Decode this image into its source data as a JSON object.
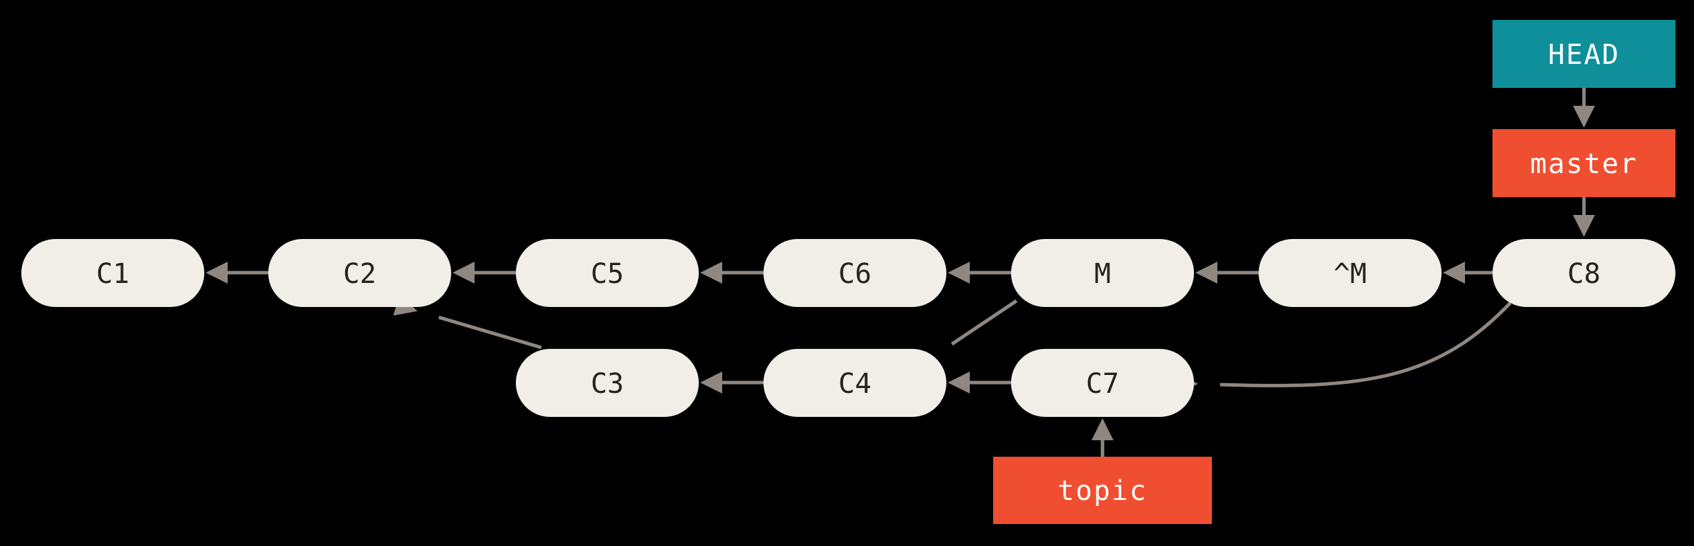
{
  "colors": {
    "background": "#000000",
    "commit_fill": "#F0EEE6",
    "commit_text": "#262420",
    "arrow": "#8F8780",
    "head_fill": "#0E8F99",
    "branch_fill": "#F04E30",
    "ref_text": "#FFFFFF"
  },
  "commits": {
    "c1": {
      "label": "C1"
    },
    "c2": {
      "label": "C2"
    },
    "c3": {
      "label": "C3"
    },
    "c4": {
      "label": "C4"
    },
    "c5": {
      "label": "C5"
    },
    "c6": {
      "label": "C6"
    },
    "c7": {
      "label": "C7"
    },
    "c8": {
      "label": "C8"
    },
    "m": {
      "label": "M"
    },
    "revert_m": {
      "label": "^M"
    }
  },
  "refs": {
    "head": {
      "label": "HEAD"
    },
    "master": {
      "label": "master"
    },
    "topic": {
      "label": "topic"
    }
  },
  "edges": [
    {
      "from": "C2",
      "to": "C1"
    },
    {
      "from": "C5",
      "to": "C2"
    },
    {
      "from": "C6",
      "to": "C5"
    },
    {
      "from": "M",
      "to": "C6"
    },
    {
      "from": "^M",
      "to": "M"
    },
    {
      "from": "C8",
      "to": "^M"
    },
    {
      "from": "C3",
      "to": "C2"
    },
    {
      "from": "C4",
      "to": "C3"
    },
    {
      "from": "C7",
      "to": "C4"
    },
    {
      "from": "M",
      "to": "C4"
    },
    {
      "from": "C8",
      "to": "C7"
    },
    {
      "from": "HEAD",
      "to": "master"
    },
    {
      "from": "master",
      "to": "C8"
    },
    {
      "from": "topic",
      "to": "C7"
    }
  ]
}
